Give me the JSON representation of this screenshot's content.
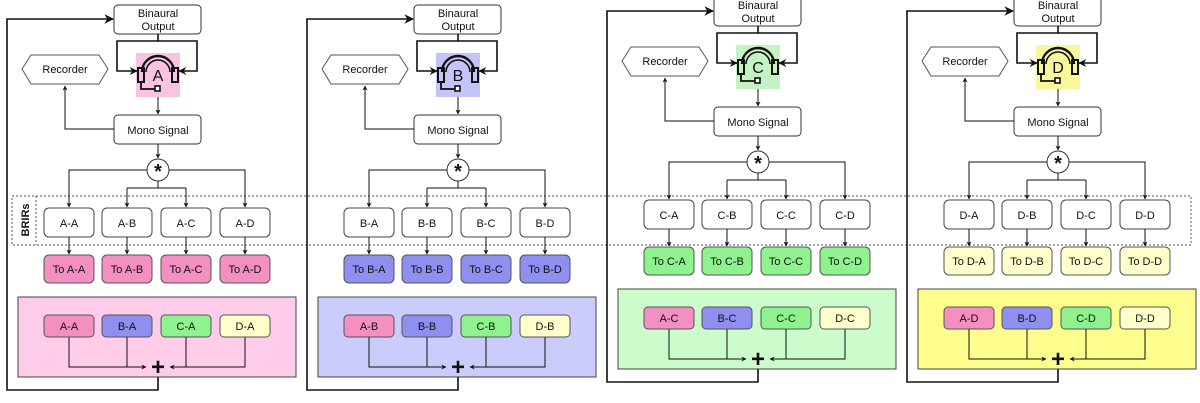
{
  "brirs_label": "BRIRs",
  "colors": {
    "A": {
      "box": "#f48fc1",
      "panel": "#ffccea",
      "icon": "#f9c3e1"
    },
    "B": {
      "box": "#8f8ff0",
      "panel": "#ccccfc",
      "icon": "#c4c4f7"
    },
    "C": {
      "box": "#8ef28e",
      "panel": "#ccfccc",
      "icon": "#c3f3c3"
    },
    "D": {
      "box": "#ffffcc",
      "panel": "#fdfd8e",
      "icon": "#f8f89a"
    }
  },
  "panels": [
    {
      "id": "A",
      "binaural_output": [
        "Binaural",
        "Output"
      ],
      "headphone_label": "A",
      "recorder": "Recorder",
      "mono_signal": "Mono Signal",
      "convolve_symbol": "*",
      "brirs": [
        "A-A",
        "A-B",
        "A-C",
        "A-D"
      ],
      "to_boxes": [
        "To A-A",
        "To A-B",
        "To A-C",
        "To A-D"
      ],
      "mix_inputs": [
        {
          "label": "A-A",
          "color": "A"
        },
        {
          "label": "B-A",
          "color": "B"
        },
        {
          "label": "C-A",
          "color": "C"
        },
        {
          "label": "D-A",
          "color": "D"
        }
      ],
      "sum_symbol": "+"
    },
    {
      "id": "B",
      "binaural_output": [
        "Binaural",
        "Output"
      ],
      "headphone_label": "B",
      "recorder": "Recorder",
      "mono_signal": "Mono Signal",
      "convolve_symbol": "*",
      "brirs": [
        "B-A",
        "B-B",
        "B-C",
        "B-D"
      ],
      "to_boxes": [
        "To B-A",
        "To B-B",
        "To B-C",
        "To B-D"
      ],
      "mix_inputs": [
        {
          "label": "A-B",
          "color": "A"
        },
        {
          "label": "B-B",
          "color": "B"
        },
        {
          "label": "C-B",
          "color": "C"
        },
        {
          "label": "D-B",
          "color": "D"
        }
      ],
      "sum_symbol": "+"
    },
    {
      "id": "C",
      "binaural_output": [
        "Binaural",
        "Output"
      ],
      "headphone_label": "C",
      "recorder": "Recorder",
      "mono_signal": "Mono Signal",
      "convolve_symbol": "*",
      "brirs": [
        "C-A",
        "C-B",
        "C-C",
        "C-D"
      ],
      "to_boxes": [
        "To C-A",
        "To C-B",
        "To C-C",
        "To C-D"
      ],
      "mix_inputs": [
        {
          "label": "A-C",
          "color": "A"
        },
        {
          "label": "B-C",
          "color": "B"
        },
        {
          "label": "C-C",
          "color": "C"
        },
        {
          "label": "D-C",
          "color": "D"
        }
      ],
      "sum_symbol": "+"
    },
    {
      "id": "D",
      "binaural_output": [
        "Binaural",
        "Output"
      ],
      "headphone_label": "D",
      "recorder": "Recorder",
      "mono_signal": "Mono Signal",
      "convolve_symbol": "*",
      "brirs": [
        "D-A",
        "D-B",
        "D-C",
        "D-D"
      ],
      "to_boxes": [
        "To D-A",
        "To D-B",
        "To D-C",
        "To D-D"
      ],
      "mix_inputs": [
        {
          "label": "A-D",
          "color": "A"
        },
        {
          "label": "B-D",
          "color": "B"
        },
        {
          "label": "C-D",
          "color": "C"
        },
        {
          "label": "D-D",
          "color": "D"
        }
      ],
      "sum_symbol": "+"
    }
  ]
}
